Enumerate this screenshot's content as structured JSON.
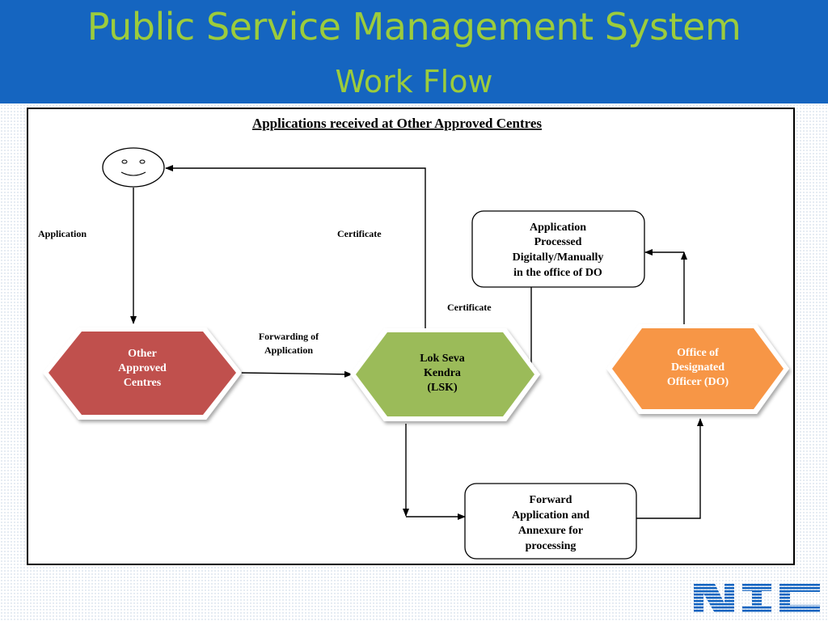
{
  "slide": {
    "title": "Public Service Management System",
    "subtitle": "Work Flow"
  },
  "diagram": {
    "heading": "Applications received at Other Approved Centres",
    "labels": {
      "application": "Application",
      "certificate_top": "Certificate",
      "certificate_mid": "Certificate",
      "forwarding_line1": "Forwarding of",
      "forwarding_line2": "Application"
    },
    "nodes": {
      "oac": [
        "Other",
        "Approved",
        "Centres"
      ],
      "lsk": [
        "Lok Seva",
        "Kendra",
        "(LSK)"
      ],
      "do_office": [
        "Office of",
        "Designated",
        "Officer (DO)"
      ],
      "processed": [
        "Application",
        "Processed",
        "Digitally/Manually",
        "in the office of  DO"
      ],
      "forward": [
        "Forward",
        "Application and",
        "Annexure for",
        "processing"
      ]
    },
    "colors": {
      "oac": "#c0504d",
      "lsk": "#9bbb59",
      "do_office": "#f79646",
      "header": "#1565c0",
      "title_text": "#9ccc3c"
    }
  },
  "logo": {
    "text": "NIC",
    "color": "#1565c0"
  }
}
